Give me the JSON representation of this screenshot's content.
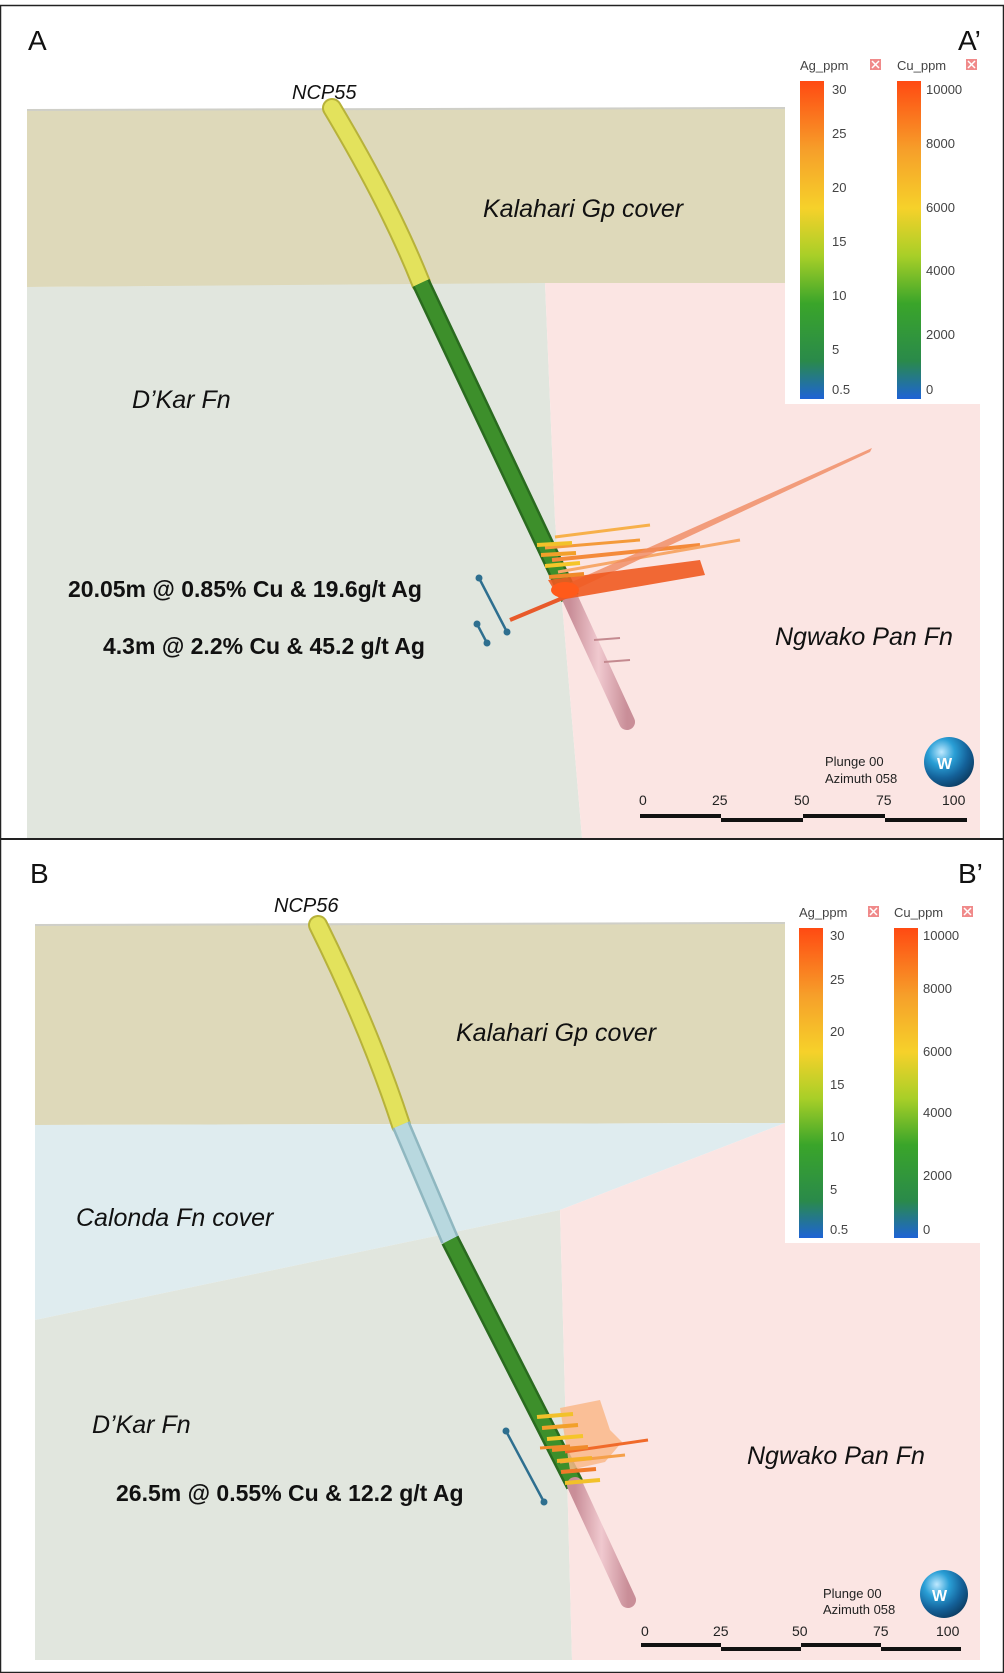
{
  "colors": {
    "kalahari": "#ded9ba",
    "dkar": "#e1e6de",
    "ngwako": "#fbe5e3",
    "calonda": "#dfecef",
    "hole_yellow": "#e3e25c",
    "hole_green": "#3d8f2b",
    "hole_pink": "#ddaab2",
    "hole_blue": "#b8d8df",
    "bracket": "#2e6f8f",
    "ramp": [
      "#1e63d6",
      "#2f9a2f",
      "#9acb2a",
      "#f5cf2a",
      "#f5a62a",
      "#f06a1a",
      "#ff4a12"
    ]
  },
  "panels": [
    {
      "corner_left": "A",
      "corner_right": "A’",
      "hole_name": "NCP55",
      "unit_labels": [
        "Kalahari Gp cover",
        "D’Kar Fn",
        "Ngwako Pan Fn"
      ],
      "intercepts": [
        "20.05m @ 0.85% Cu & 19.6g/t Ag",
        "4.3m @ 2.2% Cu & 45.2 g/t Ag"
      ],
      "view": [
        "Plunge 00",
        "Azimuth 058"
      ],
      "ag_legend": {
        "title": "Ag_ppm",
        "ticks": [
          "30",
          "25",
          "20",
          "15",
          "10",
          "5",
          "0.5"
        ]
      },
      "cu_legend": {
        "title": "Cu_ppm",
        "ticks": [
          "10000",
          "8000",
          "6000",
          "4000",
          "2000",
          "0"
        ]
      },
      "scale_ticks": [
        "0",
        "25",
        "50",
        "75",
        "100"
      ]
    },
    {
      "corner_left": "B",
      "corner_right": "B’",
      "hole_name": "NCP56",
      "unit_labels": [
        "Kalahari Gp cover",
        "Calonda Fn cover",
        "D’Kar Fn",
        "Ngwako Pan Fn"
      ],
      "intercepts": [
        "26.5m @ 0.55% Cu & 12.2 g/t Ag"
      ],
      "view": [
        "Plunge 00",
        "Azimuth 058"
      ],
      "ag_legend": {
        "title": "Ag_ppm",
        "ticks": [
          "30",
          "25",
          "20",
          "15",
          "10",
          "5",
          "0.5"
        ]
      },
      "cu_legend": {
        "title": "Cu_ppm",
        "ticks": [
          "10000",
          "8000",
          "6000",
          "4000",
          "2000",
          "0"
        ]
      },
      "scale_ticks": [
        "0",
        "25",
        "50",
        "75",
        "100"
      ]
    }
  ]
}
